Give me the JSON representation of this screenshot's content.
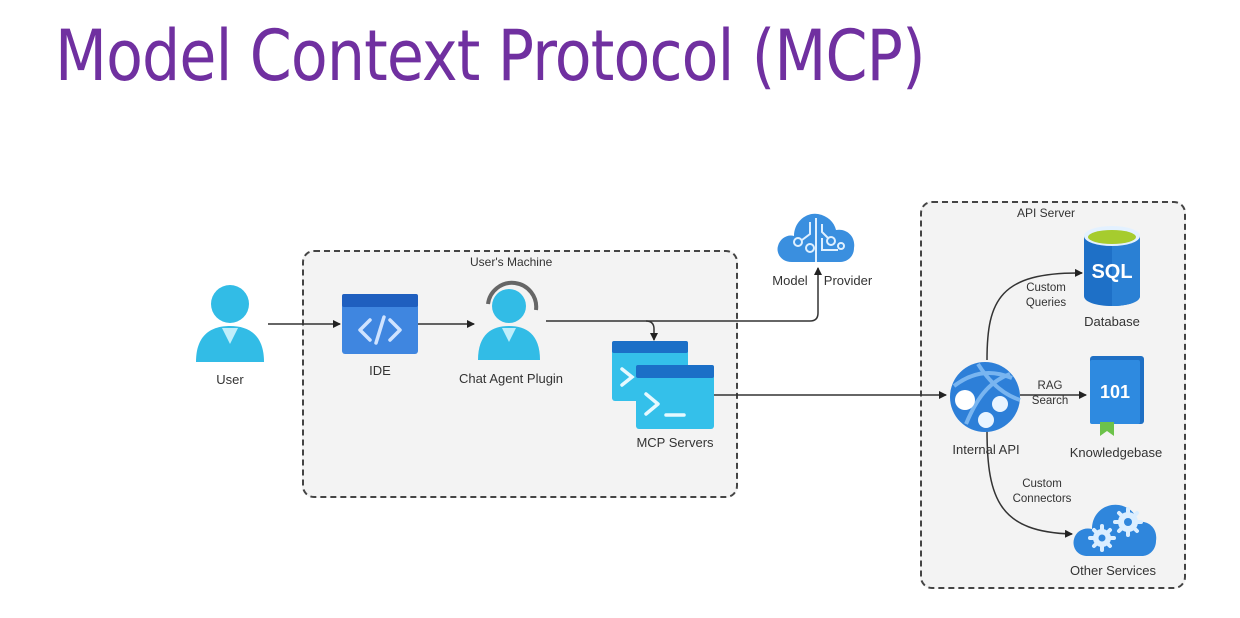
{
  "title": "Model Context Protocol (MCP)",
  "colors": {
    "title": "#7030a0",
    "person": "#32bce6",
    "ide_body": "#3f86e0",
    "ide_bar": "#1f5fbf",
    "terminal_body": "#34c0ea",
    "terminal_bar": "#1b6fc7",
    "cloud": "#3a8fdf",
    "sql": "#1e70c7",
    "sql_top": "#a6cc2e",
    "book": "#2a82d6",
    "bookmark": "#6cc24a",
    "edge": "#333333"
  },
  "boundaries": {
    "users_machine": {
      "label": "User's Machine"
    },
    "api_server": {
      "label": "API Server"
    }
  },
  "nodes": {
    "user": {
      "label": "User",
      "icon": "person-icon"
    },
    "ide": {
      "label": "IDE",
      "icon": "code-window-icon"
    },
    "chat_agent": {
      "label": "Chat Agent Plugin",
      "icon": "agent-headset-icon"
    },
    "mcp_servers": {
      "label": "MCP Servers",
      "icon": "terminal-windows-icon"
    },
    "model_provider": {
      "label_left": "Model",
      "label_right": "Provider",
      "icon": "ai-cloud-icon"
    },
    "internal_api": {
      "label": "Internal API",
      "icon": "api-globe-icon"
    },
    "database": {
      "label": "Database",
      "icon": "sql-database-icon",
      "icon_text": "SQL"
    },
    "knowledgebase": {
      "label": "Knowledgebase",
      "icon": "book-icon",
      "icon_text": "101"
    },
    "other_services": {
      "label": "Other Services",
      "icon": "gear-cloud-icon"
    }
  },
  "edges": [
    {
      "from": "User",
      "to": "IDE",
      "label": ""
    },
    {
      "from": "IDE",
      "to": "Chat Agent Plugin",
      "label": ""
    },
    {
      "from": "Chat Agent Plugin",
      "to": "Model Provider",
      "label": ""
    },
    {
      "from": "Chat Agent Plugin",
      "to": "MCP Servers",
      "label": ""
    },
    {
      "from": "MCP Servers",
      "to": "Internal API",
      "label": ""
    },
    {
      "from": "Internal API",
      "to": "Database",
      "label_line1": "Custom",
      "label_line2": "Queries"
    },
    {
      "from": "Internal API",
      "to": "Knowledgebase",
      "label_line1": "RAG",
      "label_line2": "Search"
    },
    {
      "from": "Internal API",
      "to": "Other Services",
      "label_line1": "Custom",
      "label_line2": "Connectors"
    }
  ]
}
